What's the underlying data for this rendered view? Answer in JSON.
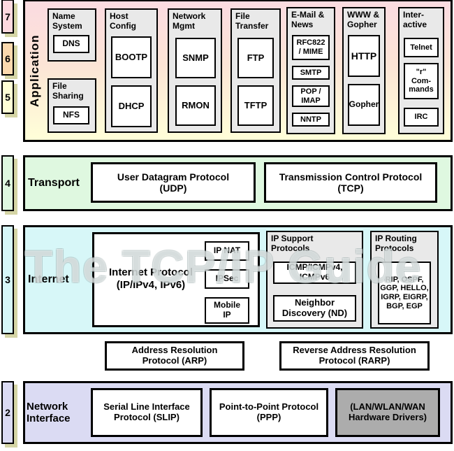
{
  "watermark": "The TCP/IP Guide",
  "colors": {
    "layer7_fill": "#FDD9DF",
    "layer6_fill": "#FBD9AE",
    "layer5_fill": "#FFFFD6",
    "application_gradient_top": "#FBDBE1",
    "application_gradient_bottom": "#FFFFD8",
    "transport_fill": "#DFF8E0",
    "internet_fill": "#D7F7F8",
    "network_interface_fill": "#DBDBF3",
    "group_fill": "#E9E9E9",
    "hardware_box_fill": "#ACACAC",
    "rail_shadow": "#D5D5A6",
    "border": "#000000"
  },
  "rail": {
    "n7": "7",
    "n6": "6",
    "n5": "5",
    "n4": "4",
    "n3": "3",
    "n2": "2"
  },
  "application": {
    "label": "Application",
    "name_system": {
      "title": "Name\nSystem",
      "dns": "DNS"
    },
    "file_sharing": {
      "title": "File\nSharing",
      "nfs": "NFS"
    },
    "host_config": {
      "title": "Host\nConfig",
      "bootp": "BOOTP",
      "dhcp": "DHCP"
    },
    "network_mgmt": {
      "title": "Network\nMgmt",
      "snmp": "SNMP",
      "rmon": "RMON"
    },
    "file_transfer": {
      "title": "File\nTransfer",
      "ftp": "FTP",
      "tftp": "TFTP"
    },
    "email_news": {
      "title": "E-Mail &\nNews",
      "rfc822_mime": "RFC822\n/ MIME",
      "smtp": "SMTP",
      "pop_imap": "POP /\nIMAP",
      "nntp": "NNTP"
    },
    "www_gopher": {
      "title": "WWW &\nGopher",
      "http": "HTTP",
      "gopher": "Gopher"
    },
    "interactive": {
      "title": "Inter-\nactive",
      "telnet": "Telnet",
      "r_commands": "\"r\"\nCom-\nmands",
      "irc": "IRC"
    }
  },
  "transport": {
    "label": "Transport",
    "udp": "User Datagram Protocol\n(UDP)",
    "tcp": "Transmission Control Protocol\n(TCP)"
  },
  "internet": {
    "label": "Internet",
    "ip": "Internet Protocol\n(IP/IPv4, IPv6)",
    "ip_nat": "IP NAT",
    "ipsec": "IPSec",
    "mobile_ip": "Mobile\nIP",
    "ip_support": {
      "title": "IP Support\nProtocols",
      "icmp": "ICMP/ICMPv4,\nICMPv6",
      "nd": "Neighbor\nDiscovery (ND)"
    },
    "ip_routing": {
      "title": "IP Routing\nProtocols",
      "list": "RIP, OSPF,\nGGP, HELLO,\nIGRP, EIGRP,\nBGP, EGP"
    }
  },
  "resolution": {
    "arp": "Address Resolution\nProtocol (ARP)",
    "rarp": "Reverse Address Resolution\nProtocol (RARP)"
  },
  "network_interface": {
    "label": "Network\nInterface",
    "slip": "Serial Line Interface\nProtocol (SLIP)",
    "ppp": "Point-to-Point Protocol\n(PPP)",
    "hardware": "(LAN/WLAN/WAN\nHardware Drivers)"
  }
}
